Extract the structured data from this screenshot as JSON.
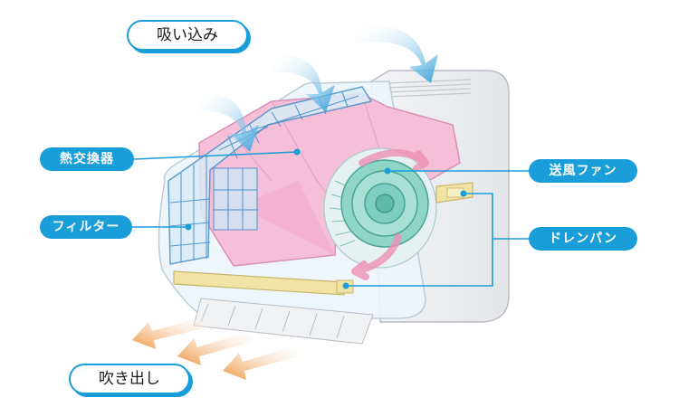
{
  "labels": {
    "intake": "吸い込み",
    "heat_exchanger": "熱交換器",
    "filter": "フィルター",
    "fan": "送風ファン",
    "drain_pan": "ドレンパン",
    "outlet": "吹き出し"
  },
  "colors": {
    "label_blue": "#1a9ed9",
    "intake_arrow": "#4aaee0",
    "outlet_arrow": "#f0a055",
    "heat_exchanger_pink": "#f4b8d2",
    "drain_pan_yellow": "#f1e3a4",
    "fan_teal": "#7fcfc0"
  },
  "icons": [
    "intake-arrow-icon",
    "outlet-arrow-icon",
    "airflow-arrow-icon"
  ]
}
